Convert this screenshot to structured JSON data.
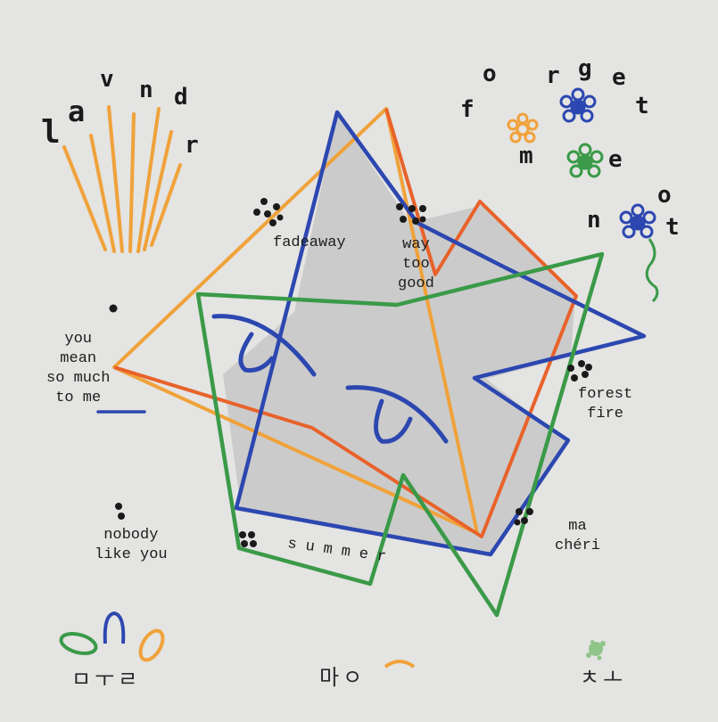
{
  "title_letters": [
    "l",
    "a",
    "v",
    "n",
    "d",
    "r"
  ],
  "subtitle_letters": [
    "f",
    "o",
    "r",
    "g",
    "e",
    "t",
    "m",
    "e",
    "n",
    "o",
    "t"
  ],
  "songs": {
    "fadeaway": "fadeaway",
    "way_too_good": "way\ntoo\ngood",
    "you_mean": "you\nmean\nso much\nto me",
    "forest_fire": "forest\nfire",
    "nobody": "nobody\nlike you",
    "ma_cheri": "ma\nchéri",
    "summer": "summer"
  },
  "korean": {
    "left": "ㅁㅜㄹ",
    "middle": "마ㅇ",
    "right": "ㅊㅗ"
  },
  "colors": {
    "background": "#e4e4e2",
    "blue": "#2c47b0",
    "orange": "#f0a23a",
    "red_orange": "#e8622a",
    "green": "#3a9a48",
    "gray_fill": "#cbcbcb",
    "ink": "#1d1d1d"
  },
  "icons": [
    "flower-icon",
    "dots-icon",
    "brush-rays-icon",
    "eye-icon",
    "petal-icon"
  ]
}
